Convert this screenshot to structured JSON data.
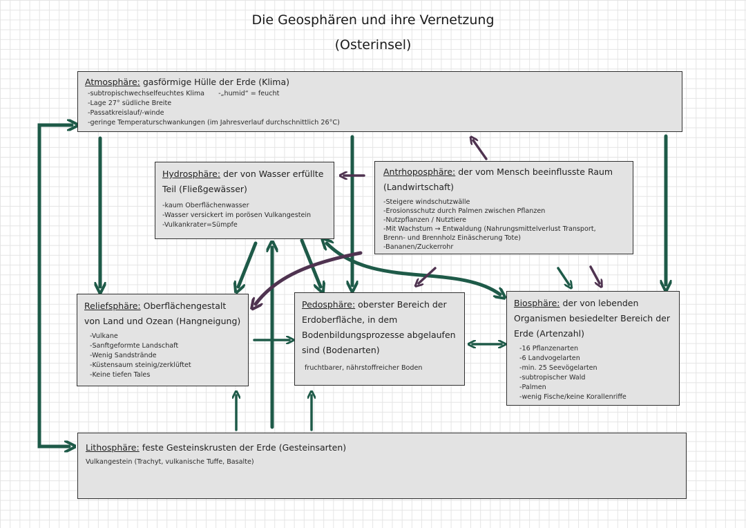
{
  "title_line1": "Die Geosphären und ihre Vernetzung",
  "title_line2": "(Osterinsel)",
  "colors": {
    "green": "#1e5a48",
    "purple": "#4f3350",
    "box_fill": "#e3e3e3"
  },
  "atmosphere": {
    "name": "Atmosphäre:",
    "desc": "gasförmige Hülle der Erde (Klima)",
    "items": [
      "-subtropischwechselfeuchtes Klima",
      "-„humid“ = feucht",
      "-Lage 27° südliche Breite",
      "-Passatkreislauf/-winde",
      "-geringe Temperaturschwankungen (im Jahresverlauf durchschnittlich 26°C)"
    ]
  },
  "hydrosphere": {
    "name": "Hydrosphäre:",
    "desc": "der von Wasser erfüllte Teil (Fließgewässer)",
    "items": [
      "-kaum Oberflächenwasser",
      "-Wasser versickert im porösen Vulkangestein",
      "-Vulkankrater=Sümpfe"
    ]
  },
  "anthroposphere": {
    "name": "Antrhoposphäre:",
    "desc": "der vom Mensch beeinflusste Raum (Landwirtschaft)",
    "items": [
      "-Steigere windschutzwälle",
      "-Erosionsschutz durch Palmen zwischen Pflanzen",
      "-Nutzpflanzen / Nutztiere",
      "-Mit Wachstum → Entwaldung (Nahrungsmittelverlust Transport,",
      "Brenn- und Brennholz Einäscherung Tote)",
      "-Bananen/Zuckerrohr"
    ]
  },
  "reliefsphere": {
    "name": "Reliefsphäre:",
    "desc": "Oberflächengestalt von Land und Ozean (Hangneigung)",
    "items": [
      "-Vulkane",
      "-Sanftgeformte Landschaft",
      "-Wenig Sandstrände",
      "-Küstensaum steinig/zerklüftet",
      "-Keine tiefen Tales"
    ]
  },
  "pedosphere": {
    "name": "Pedosphäre:",
    "desc": "oberster Bereich der Erdoberfläche, in dem Bodenbildungsprozesse abgelaufen sind (Bodenarten)",
    "items": [
      "fruchtbarer, nährstoffreicher Boden"
    ]
  },
  "biosphere": {
    "name": "Biosphäre:",
    "desc": "der von lebenden Organismen besiedelter Bereich der Erde (Artenzahl)",
    "items": [
      "-16 Pflanzenarten",
      "-6 Landvogelarten",
      "-min. 25 Seevögelarten",
      "-subtropischer Wald",
      "-Palmen",
      "-wenig Fische/keine Korallenriffe"
    ]
  },
  "lithosphere": {
    "name": "Lithosphäre:",
    "desc": "feste Gesteinskrusten der Erde (Gesteinsarten)",
    "items": [
      "Vulkangestein (Trachyt, vulkanische Tuffe, Basalte)"
    ]
  }
}
